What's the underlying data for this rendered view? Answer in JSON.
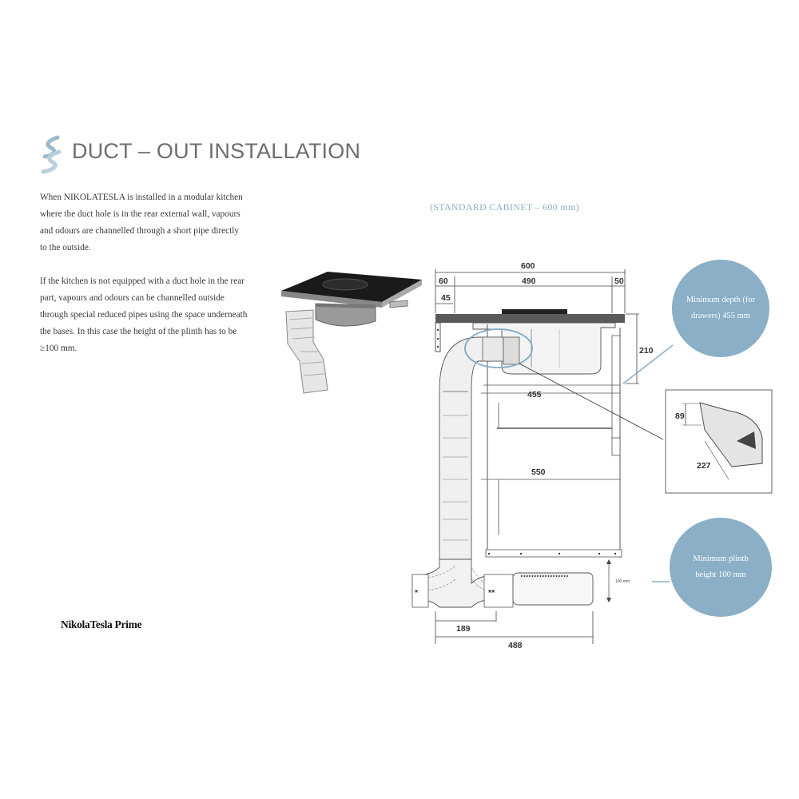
{
  "header": {
    "title": "DUCT – OUT INSTALLATION",
    "logo_icon": "wave-logo-icon",
    "accent": "#8aafc7"
  },
  "body": {
    "paragraph1": "When NIKOLATESLA is installed in a modular kitchen where the duct hole is in the rear external wall, vapours and odours are channelled through a short pipe directly to the outside.",
    "paragraph2": "If the kitchen is not equipped with a duct hole in the rear part, vapours and odours can be channelled outside through special reduced pipes using the space underneath the bases. In this case the height of the plinth has to be ≥100 mm."
  },
  "product_name": "NikolaTesla Prime",
  "diagram": {
    "subtitle": "(STANDARD CABINET – 600 mm)",
    "dimensions": {
      "width_total": "600",
      "left_gap": "60",
      "inner": "490",
      "right_gap": "50",
      "offset": "45",
      "hob_depth": "210",
      "drawer_depth": "455",
      "cabinet_depth": "550",
      "plinth_small": "100 mm",
      "bottom_left": "189",
      "bottom_total": "488",
      "detail_height": "89",
      "detail_width": "227"
    },
    "asterisks": [
      "*",
      "**"
    ],
    "callouts": {
      "drawer_depth": "Minimum depth (for drawers) 455 mm",
      "plinth_height": "Minimum plinth height 100 mm"
    }
  }
}
